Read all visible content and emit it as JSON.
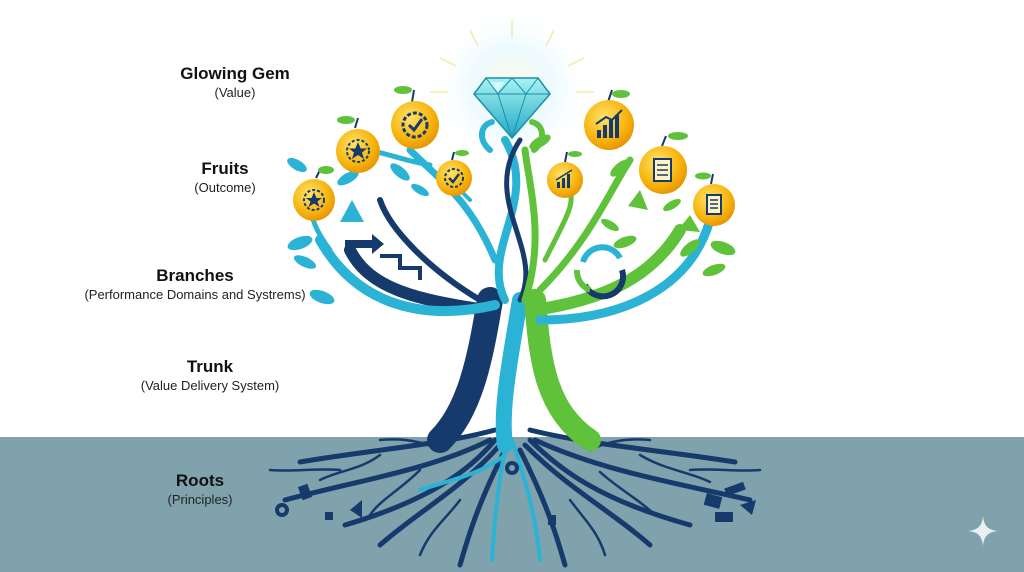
{
  "labels": {
    "gem": {
      "title": "Glowing Gem",
      "subtitle": "(Value)"
    },
    "fruits": {
      "title": "Fruits",
      "subtitle": "(Outcome)"
    },
    "branches": {
      "title": "Branches",
      "subtitle": "(Performance Domains and Systrems)"
    },
    "trunk": {
      "title": "Trunk",
      "subtitle": "(Value Delivery System)"
    },
    "roots": {
      "title": "Roots",
      "subtitle": "(Principles)"
    }
  },
  "colors": {
    "navy": "#163a6b",
    "cyan": "#2bb3d6",
    "green": "#5fc23a",
    "fruit": "#f5b50f",
    "soil": "#7fa2ac",
    "gem": "#52d6dc"
  },
  "fruits": [
    {
      "icon": "star-gear-icon"
    },
    {
      "icon": "star-gear-icon"
    },
    {
      "icon": "check-gear-icon"
    },
    {
      "icon": "check-gear-icon"
    },
    {
      "icon": "bar-chart-icon"
    },
    {
      "icon": "trend-chart-icon"
    },
    {
      "icon": "document-icon"
    },
    {
      "icon": "document-icon"
    }
  ]
}
